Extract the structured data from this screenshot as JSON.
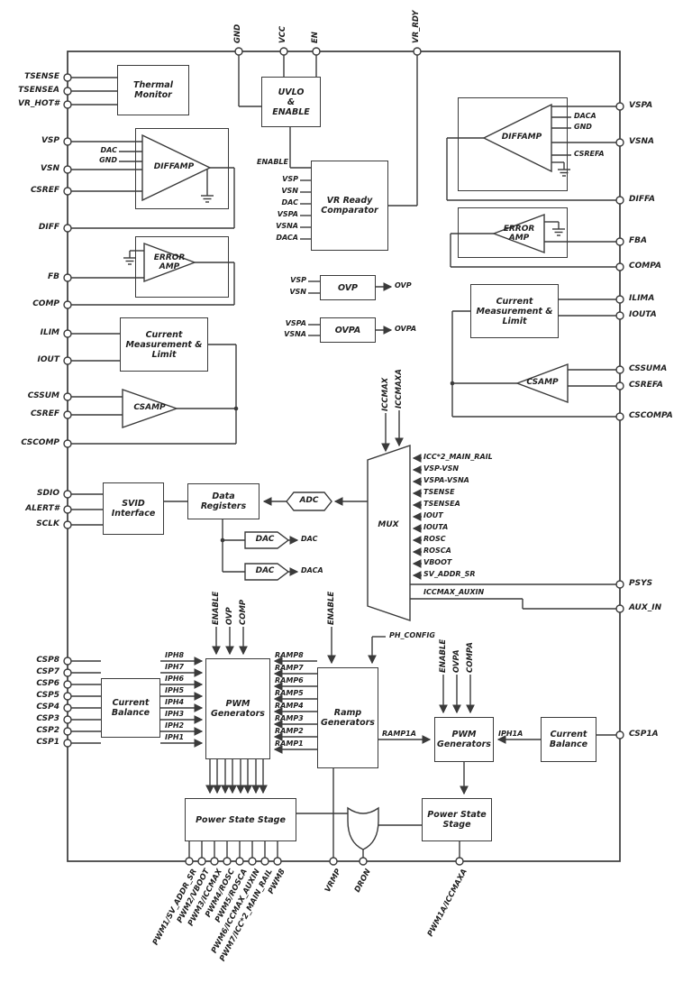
{
  "pins": {
    "top": [
      "GND",
      "VCC",
      "EN",
      "VR_RDY"
    ],
    "left": [
      "TSENSE",
      "TSENSEA",
      "VR_HOT#",
      "VSP",
      "VSN",
      "CSREF",
      "DIFF",
      "FB",
      "COMP",
      "ILIM",
      "IOUT",
      "CSSUM",
      "CSREF",
      "CSCOMP",
      "SDIO",
      "ALERT#",
      "SCLK",
      "CSP8",
      "CSP7",
      "CSP6",
      "CSP5",
      "CSP4",
      "CSP3",
      "CSP2",
      "CSP1"
    ],
    "right": [
      "VSPA",
      "VSNA",
      "DIFFA",
      "FBA",
      "COMPA",
      "ILIMA",
      "IOUTA",
      "CSSUMA",
      "CSREFA",
      "CSCOMPA",
      "PSYS",
      "AUX_IN",
      "CSP1A"
    ],
    "bottom": [
      "PWM1/SV_ADDR_SR",
      "PWM2/VBOOT",
      "PWM3/ICCMAX",
      "PWM4/ROSC",
      "PWM5/ROSCA",
      "PWM6/ICCMAX_AUXIN",
      "PWM7/ICC*2_MAIN_RAIL",
      "PWM8",
      "VRMP",
      "DRON",
      "PWM1A/ICCMAXA"
    ]
  },
  "blocks": {
    "thermal_monitor": "Thermal\nMonitor",
    "uvlo_enable": "UVLO\n&\nENABLE",
    "vr_ready_comparator": "VR Ready\nComparator",
    "diffamp_left": "DIFFAMP",
    "error_amp_left": "ERROR\nAMP",
    "current_meas_left": "Current\nMeasurement &\nLimit",
    "csamp_left": "CSAMP",
    "ovp": "OVP",
    "ovpa": "OVPA",
    "diffamp_right": "DIFFAMP",
    "error_amp_right": "ERROR\nAMP",
    "current_meas_right": "Current\nMeasurement &\nLimit",
    "csamp_right": "CSAMP",
    "svid_interface": "SVID\nInterface",
    "data_registers": "Data\nRegisters",
    "adc": "ADC",
    "dac1": "DAC",
    "dac2": "DAC",
    "mux": "MUX",
    "current_balance_left": "Current\nBalance",
    "pwm_generators_left": "PWM\nGenerators",
    "ramp_generators": "Ramp\nGenerators",
    "pwm_generators_right": "PWM\nGenerators",
    "current_balance_right": "Current\nBalance",
    "power_state_stage_left": "Power State Stage",
    "power_state_stage_right": "Power State\nStage"
  },
  "signals": {
    "enable": "ENABLE",
    "vr_comp_inputs": [
      "VSP",
      "VSN",
      "DAC",
      "VSPA",
      "VSNA",
      "DACA"
    ],
    "diffamp_left_inputs": [
      "DAC",
      "GND"
    ],
    "diffamp_right_inputs": [
      "DACA",
      "GND",
      "CSREFA"
    ],
    "ovp_inputs": [
      "VSP",
      "VSN"
    ],
    "ovp_out": "OVP",
    "ovpa_inputs": [
      "VSPA",
      "VSNA"
    ],
    "ovpa_out": "OVPA",
    "dac_out": "DAC",
    "daca_out": "DACA",
    "mux_top_inputs": [
      "ICCMAX",
      "ICCMAXA"
    ],
    "mux_inputs": [
      "ICC*2_MAIN_RAIL",
      "VSP-VSN",
      "VSPA-VSNA",
      "TSENSE",
      "TSENSEA",
      "IOUT",
      "IOUTA",
      "ROSC",
      "ROSCA",
      "VBOOT",
      "SV_ADDR_SR"
    ],
    "mux_aux_input": "ICCMAX_AUXIN",
    "iph": [
      "IPH8",
      "IPH7",
      "IPH6",
      "IPH5",
      "IPH4",
      "IPH3",
      "IPH2",
      "IPH1"
    ],
    "ramp": [
      "RAMP8",
      "RAMP7",
      "RAMP6",
      "RAMP5",
      "RAMP4",
      "RAMP3",
      "RAMP2",
      "RAMP1"
    ],
    "pwm_left_top": [
      "ENABLE",
      "OVP",
      "COMP"
    ],
    "ramp_gen_top": "ENABLE",
    "ph_config": "PH_CONFIG",
    "ramp1a": "RAMP1A",
    "pwm_right_top": [
      "ENABLE",
      "OVPA",
      "COMPA"
    ],
    "iph1a": "IPH1A"
  },
  "colors": {
    "line": "#3a3a3a",
    "text": "#1f1f1f",
    "background": "#ffffff"
  }
}
